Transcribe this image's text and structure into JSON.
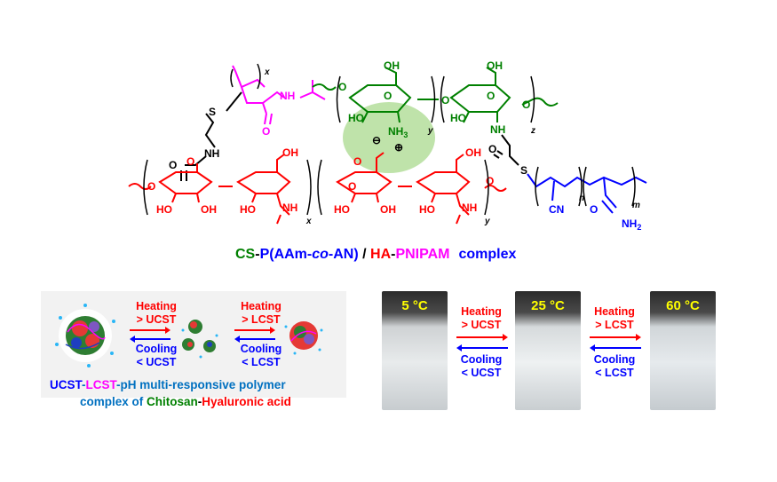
{
  "structure": {
    "top_labels": {
      "x_sub": "x",
      "y_sub": "y",
      "z_sub": "z",
      "n_sub": "n",
      "m_sub": "m"
    },
    "atoms": {
      "S": "S",
      "NH": "NH",
      "O": "O",
      "OH": "OH",
      "HO": "HO",
      "NH3": "NH",
      "NH3_sub": "3",
      "CN": "CN",
      "NH2": "NH",
      "NH2_sub": "2",
      "minus": "⊖",
      "plus": "⊕"
    }
  },
  "title": {
    "cs": "CS",
    "dash1": "-",
    "p": "P(AAm-",
    "co": "co",
    "an": "-AN)",
    "slash": " / ",
    "ha": "HA",
    "dash2": "-",
    "pnipam": "PNIPAM",
    "complex": "complex"
  },
  "left_panel": {
    "step1_top": "Heating",
    "step1_top2": "> UCST",
    "step1_bot": "Cooling",
    "step1_bot2": "< UCST",
    "step2_top": "Heating",
    "step2_top2": "> LCST",
    "step2_bot": "Cooling",
    "step2_bot2": "< LCST",
    "caption1_ucst": "UCST",
    "caption1_dash1": "-",
    "caption1_lcst": "LCST",
    "caption1_rest": "-pH multi-responsive polymer",
    "caption2_a": "complex of ",
    "caption2_chitosan": "Chitosan",
    "caption2_dash": "-",
    "caption2_ha": "Hyaluronic acid"
  },
  "right_panel": {
    "vial1_temp": "5 °C",
    "vial2_temp": "25 °C",
    "vial3_temp": "60 °C",
    "arrow1_top": "Heating",
    "arrow1_top2": "> UCST",
    "arrow1_bot": "Cooling",
    "arrow1_bot2": "< UCST",
    "arrow2_top": "Heating",
    "arrow2_top2": "> LCST",
    "arrow2_bot": "Cooling",
    "arrow2_bot2": "< LCST"
  },
  "colors": {
    "red": "#ff0000",
    "blue": "#0000ff",
    "green": "#008000",
    "magenta": "#ff00ff",
    "light_blue": "#0070c0",
    "highlight": "#a9d98e"
  }
}
